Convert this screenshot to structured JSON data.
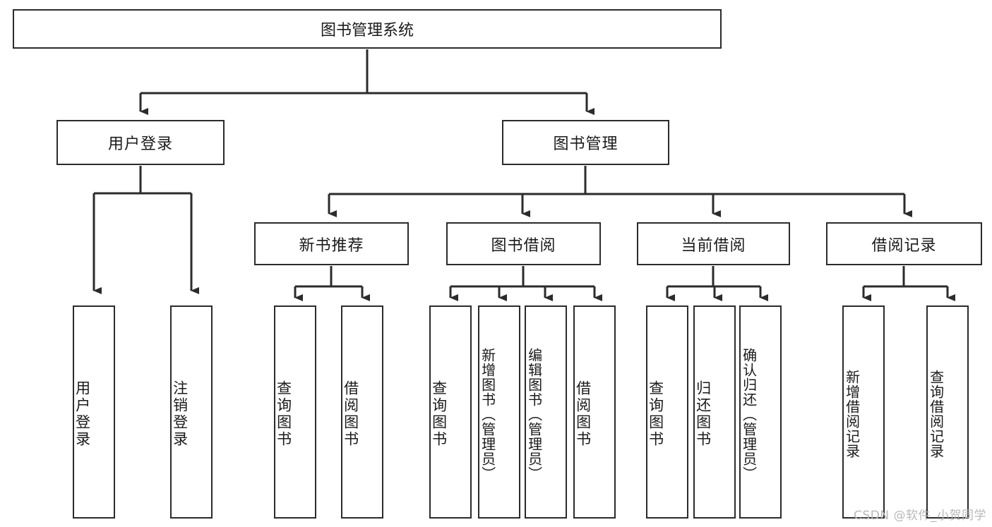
{
  "diagram": {
    "title": "图书管理系统",
    "watermark": "CSDN @软件_小贺同学",
    "stroke_color": "#2b2b2b",
    "text_color": "#1a1a1a",
    "watermark_color": "#b8b8b8",
    "background": "#ffffff"
  },
  "nodes": {
    "root": {
      "label": "图书管理系统"
    },
    "level2": [
      {
        "label": "用户登录"
      },
      {
        "label": "图书管理"
      }
    ],
    "level3": [
      {
        "label": "新书推荐"
      },
      {
        "label": "图书借阅"
      },
      {
        "label": "当前借阅"
      },
      {
        "label": "借阅记录"
      }
    ],
    "leaves": {
      "user_login": [
        {
          "label": "用户登录"
        },
        {
          "label": "注销登录"
        }
      ],
      "new_book": [
        {
          "label": "查询图书"
        },
        {
          "label": "借阅图书"
        }
      ],
      "book_borrow": [
        {
          "label": "查询图书"
        },
        {
          "label": "新增图书（管理员）"
        },
        {
          "label": "编辑图书（管理员）"
        },
        {
          "label": "借阅图书"
        }
      ],
      "current_borrow": [
        {
          "label": "查询图书"
        },
        {
          "label": "归还图书"
        },
        {
          "label": "确认归还（管理员）"
        }
      ],
      "borrow_record": [
        {
          "label": "新增借阅记录"
        },
        {
          "label": "查询借阅记录"
        }
      ]
    }
  }
}
